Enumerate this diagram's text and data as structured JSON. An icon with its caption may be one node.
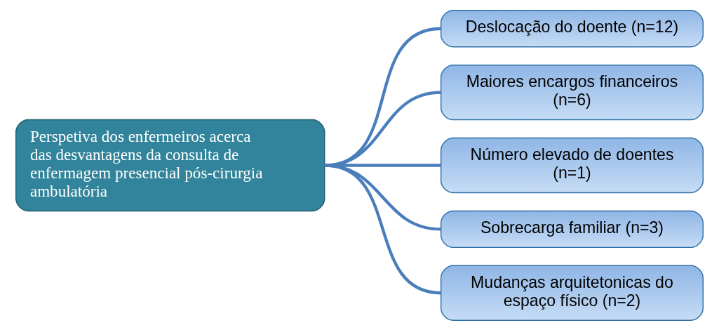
{
  "diagram": {
    "nodes": [
      {
        "text": [
          "Perspetiva dos enfermeiros acerca das desvantagens da consulta de enfermagem presencial pós-cirurgia ambulatória"
        ]
      },
      {
        "text": [
          "Deslocação do doente (n=12)"
        ]
      },
      {
        "text": [
          "Maiores encargos financeiros (n=6)"
        ]
      },
      {
        "text": [
          "Número elevado de doentes (n=1)"
        ]
      },
      {
        "text": [
          "Sobrecarga familiar (n=3)"
        ]
      },
      {
        "text": [
          "Mudanças arquitetonicas do espaço físico (n=2)"
        ]
      }
    ],
    "edges": [
      {
        "from": 0,
        "to": 1,
        "arrow": "none"
      },
      {
        "from": 0,
        "to": 2,
        "arrow": "none"
      },
      {
        "from": 0,
        "to": 3,
        "arrow": "none"
      },
      {
        "from": 0,
        "to": 4,
        "arrow": "none"
      },
      {
        "from": 0,
        "to": 5,
        "arrow": "none"
      }
    ]
  }
}
